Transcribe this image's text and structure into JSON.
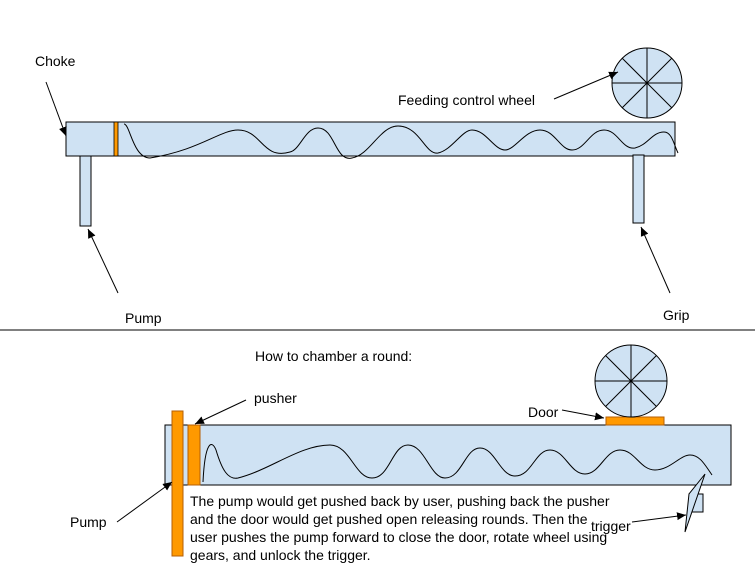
{
  "colors": {
    "barrel_fill": "#cfe2f3",
    "outline": "#000000",
    "accent": "#ff9900",
    "accent_outline": "#b45f06"
  },
  "top": {
    "choke_label": "Choke",
    "feeding_wheel_label": "Feeding control wheel",
    "pump_label": "Pump",
    "grip_label": "Grip"
  },
  "bottom": {
    "heading": "How to chamber a round:",
    "pusher_label": "pusher",
    "door_label": "Door",
    "pump_label": "Pump",
    "trigger_label": "trigger",
    "description": "The pump would get pushed back by user, pushing back the pusher and the door would get pushed open releasing rounds. Then the user pushes the pump forward to close the door, rotate wheel using gears, and unlock the trigger."
  }
}
